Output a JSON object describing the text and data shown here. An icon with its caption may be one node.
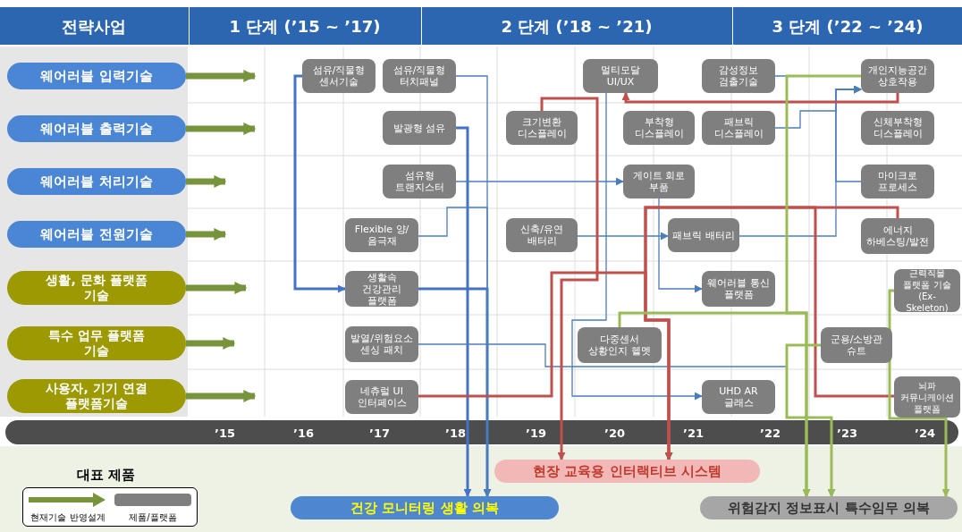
{
  "diagram": {
    "nodes": [
      {
        "text": [
          "웨어러블 입력기술"
        ]
      },
      {
        "text": [
          "웨어러블 출력기술"
        ]
      },
      {
        "text": [
          "웨어러블 처리기술"
        ]
      },
      {
        "text": [
          "웨어러블 전원기술"
        ]
      },
      {
        "text": [
          "생활, 문화 플랫폼 기술"
        ]
      },
      {
        "text": [
          "특수 업무 플랫폼 기술"
        ]
      },
      {
        "text": [
          "사용자, 기기 연결 플랫폼기술"
        ]
      },
      {
        "text": [
          "섬유/직물형 센서기술"
        ]
      },
      {
        "text": [
          "섬유/직물형 터치패널"
        ]
      },
      {
        "text": [
          "멀티모달 UI/UX"
        ]
      },
      {
        "text": [
          "감성정보 검출기술"
        ]
      },
      {
        "text": [
          "개인지능공간 상호작용"
        ]
      },
      {
        "text": [
          "발광형 섬유"
        ]
      },
      {
        "text": [
          "크기변환 디스플레이"
        ]
      },
      {
        "text": [
          "부착형 디스플레이"
        ]
      },
      {
        "text": [
          "패브릭 디스플레이"
        ]
      },
      {
        "text": [
          "신체부착형 디스플레이"
        ]
      },
      {
        "text": [
          "섬유형 트랜지스터"
        ]
      },
      {
        "text": [
          "게이트 회로 부품"
        ]
      },
      {
        "text": [
          "마이크로 프로세스"
        ]
      },
      {
        "text": [
          "Flexible 양/음극재"
        ]
      },
      {
        "text": [
          "신축/유연 배터리"
        ]
      },
      {
        "text": [
          "패브릭 배터리"
        ]
      },
      {
        "text": [
          "에너지 하베스팅/발전"
        ]
      },
      {
        "text": [
          "생활속 건강관리 플랫폼"
        ]
      },
      {
        "text": [
          "웨어러블 통신 플랫폼"
        ]
      },
      {
        "text": [
          "근력직물 플랫폼 기술 (Ex-Skeleton)"
        ]
      },
      {
        "text": [
          "발열/위험요소 센싱 패치"
        ]
      },
      {
        "text": [
          "다중센서 상황인지 헬멧"
        ]
      },
      {
        "text": [
          "군용/소방관 슈트"
        ]
      },
      {
        "text": [
          "네츄럴 UI 인터페이스"
        ]
      },
      {
        "text": [
          "UHD AR 글래스"
        ]
      },
      {
        "text": [
          "뇌파 커뮤니케이션 플랫폼"
        ]
      },
      {
        "text": [
          "현장 교육용 인터랙티브 시스템"
        ]
      },
      {
        "text": [
          "건강 모니터링 생활 의복"
        ]
      },
      {
        "text": [
          "위험감지 정보표시 특수임무 의복"
        ]
      }
    ],
    "edges": [
      {
        "from": 0,
        "to": null,
        "arrow": "to",
        "style": "thick",
        "color": "#77933c"
      },
      {
        "from": 1,
        "to": null,
        "arrow": "to",
        "style": "thick",
        "color": "#77933c"
      },
      {
        "from": 2,
        "to": null,
        "arrow": "to",
        "style": "thick",
        "color": "#77933c"
      },
      {
        "from": 3,
        "to": null,
        "arrow": "to",
        "style": "thick",
        "color": "#77933c"
      },
      {
        "from": 4,
        "to": null,
        "arrow": "to",
        "style": "thick",
        "color": "#77933c"
      },
      {
        "from": 5,
        "to": null,
        "arrow": "to",
        "style": "thick",
        "color": "#77933c"
      },
      {
        "from": 6,
        "to": null,
        "arrow": "to",
        "style": "thick",
        "color": "#77933c"
      },
      {
        "from": 7,
        "to": 24,
        "arrow": "to",
        "color": "#4472c4"
      },
      {
        "from": 12,
        "to": 34,
        "arrow": "to",
        "color": "#4472c4"
      },
      {
        "from": 24,
        "to": 34,
        "arrow": "to",
        "color": "#4472c4"
      },
      {
        "from": 8,
        "to": 34,
        "arrow": "none"
      },
      {
        "from": 17,
        "to": 18,
        "arrow": "to"
      },
      {
        "from": 20,
        "to": 34,
        "arrow": "to"
      },
      {
        "from": 21,
        "to": 22,
        "arrow": "to"
      },
      {
        "from": 22,
        "to": 11,
        "arrow": "to"
      },
      {
        "from": 19,
        "to": 11,
        "arrow": "to"
      },
      {
        "from": 15,
        "to": 11,
        "arrow": "to"
      },
      {
        "from": 10,
        "to": 35,
        "arrow": "to"
      },
      {
        "from": 9,
        "to": 31,
        "arrow": "to"
      },
      {
        "from": 18,
        "to": 25,
        "arrow": "to"
      },
      {
        "from": 27,
        "to": 35,
        "arrow": "to"
      },
      {
        "from": 11,
        "to": 9,
        "arrow": "to",
        "color": "#c0504d"
      },
      {
        "from": 13,
        "to": 33,
        "arrow": "to",
        "color": "#c0504d"
      },
      {
        "from": 30,
        "to": 33,
        "arrow": "to",
        "color": "#c0504d"
      },
      {
        "from": 23,
        "to": 33,
        "arrow": "to",
        "color": "#c0504d"
      },
      {
        "from": 32,
        "to": 33,
        "arrow": "to",
        "color": "#c0504d"
      },
      {
        "from": 11,
        "to": 35,
        "arrow": "to",
        "color": "#9bbb59"
      },
      {
        "from": 28,
        "to": 35,
        "arrow": "to",
        "color": "#9bbb59"
      },
      {
        "from": 29,
        "to": 35,
        "arrow": "to",
        "color": "#9bbb59"
      },
      {
        "from": 26,
        "to": 35,
        "arrow": "to",
        "color": "#9bbb59"
      }
    ],
    "labels": [
      "전략사업",
      "1 단계 (’15 ~ ’17)",
      "2 단계 (’18 ~ ’21)",
      "3 단계 (’22 ~ ’24)",
      "’15",
      "’16",
      "’17",
      "’18",
      "’19",
      "’20",
      "’21",
      "’22",
      "’23",
      "’24",
      "대표 제품"
    ],
    "legend": [
      {
        "text": "현재기술 반영설계"
      },
      {
        "text": "제품/플랫폼",
        "color": "#7f7f7f"
      }
    ]
  }
}
